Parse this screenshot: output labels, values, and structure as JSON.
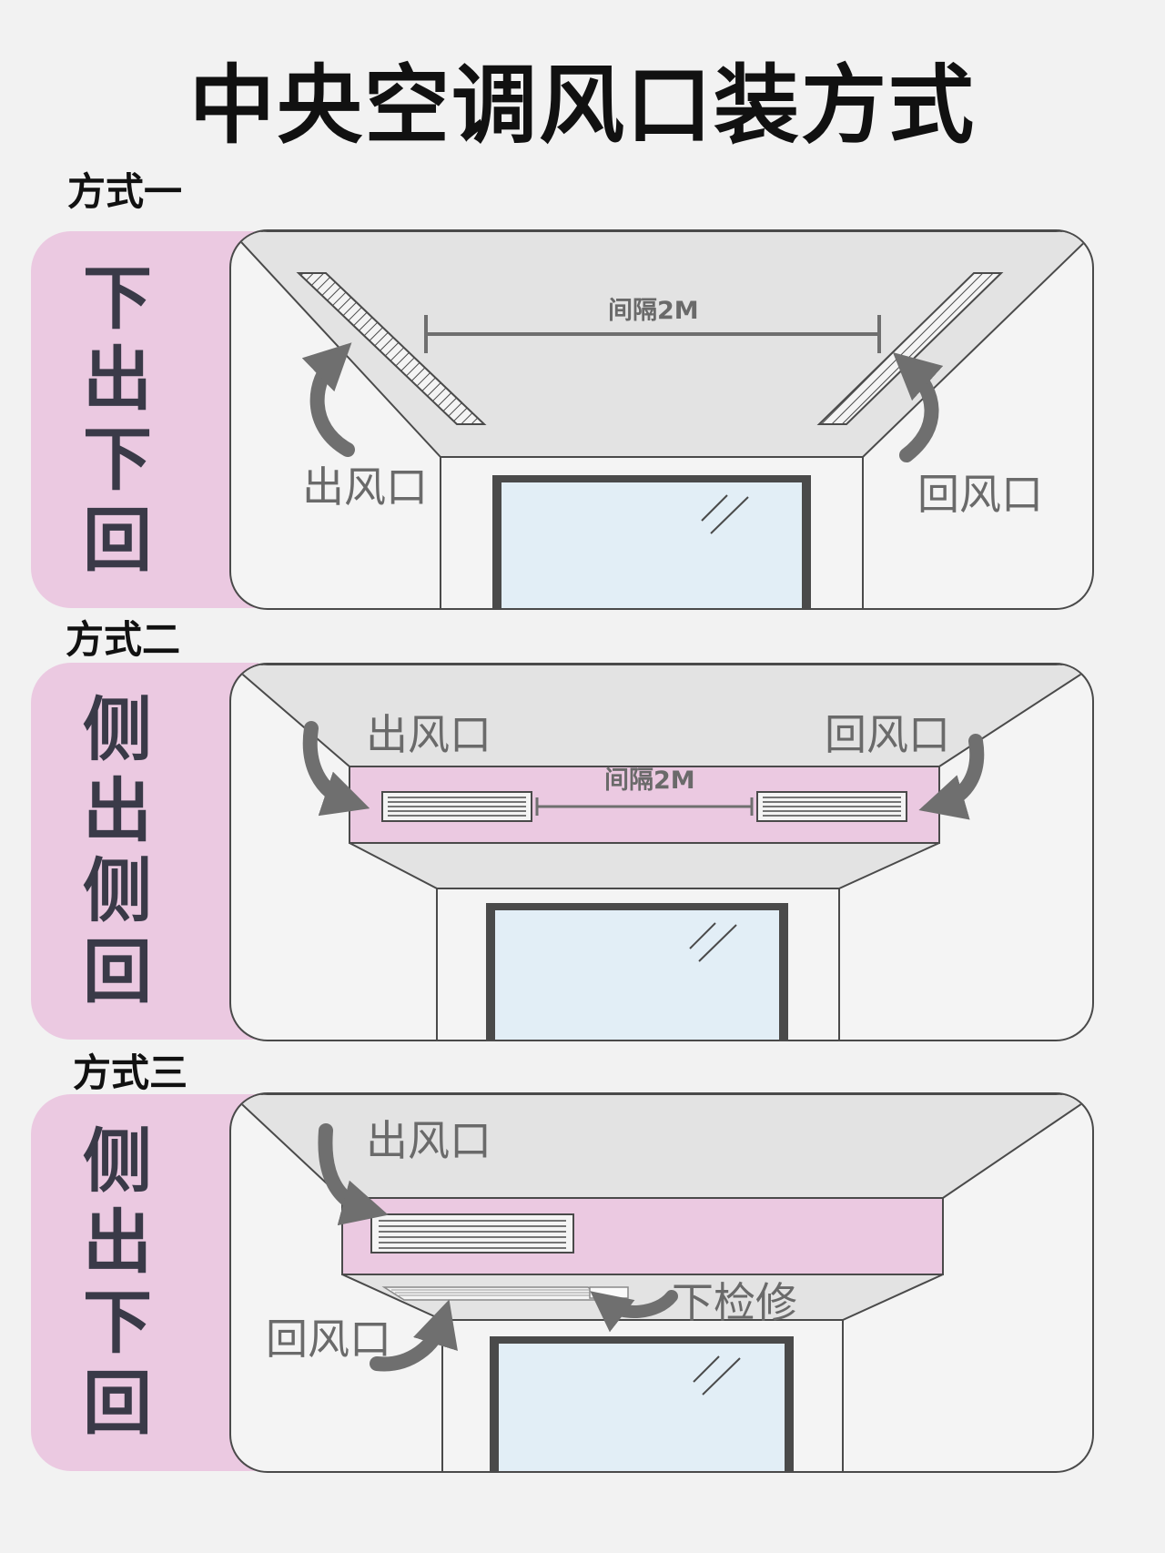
{
  "title": "中央空调风口装方式",
  "sections": [
    {
      "label": "方式一",
      "side_chars": [
        "下",
        "出",
        "下",
        "回"
      ],
      "outlet_label": "出风口",
      "return_label": "回风口",
      "spacing_label": "间隔2M"
    },
    {
      "label": "方式二",
      "side_chars": [
        "侧",
        "出",
        "侧",
        "回"
      ],
      "outlet_label": "出风口",
      "return_label": "回风口",
      "spacing_label": "间隔2M"
    },
    {
      "label": "方式三",
      "side_chars": [
        "侧",
        "出",
        "下",
        "回"
      ],
      "outlet_label": "出风口",
      "return_label": "回风口",
      "access_label": "下检修"
    }
  ],
  "colors": {
    "accent_pink": "#ebc9e1",
    "window_glass": "#e2eef6",
    "line": "#4a4a4a",
    "arrow": "#6f6f6f"
  }
}
